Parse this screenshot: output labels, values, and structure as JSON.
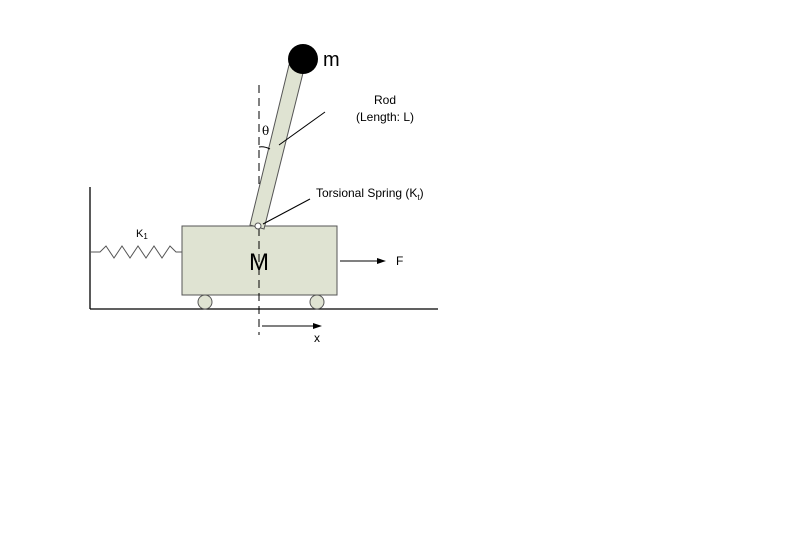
{
  "labels": {
    "mass_small": "m",
    "rod_title": "Rod",
    "rod_length": "(Length: L)",
    "angle": "θ",
    "torsional_spring": "Torsional Spring (K",
    "torsional_spring_sub": "t",
    "torsional_spring_close": ")",
    "spring_k1": "K",
    "spring_k1_sub": "1",
    "cart_mass": "M",
    "force": "F",
    "displacement": "x"
  },
  "colors": {
    "cart_fill": "#dfe3d2",
    "rod_fill": "#dfe3d2",
    "outline": "#555555",
    "ball": "#000000",
    "line": "#000000"
  }
}
